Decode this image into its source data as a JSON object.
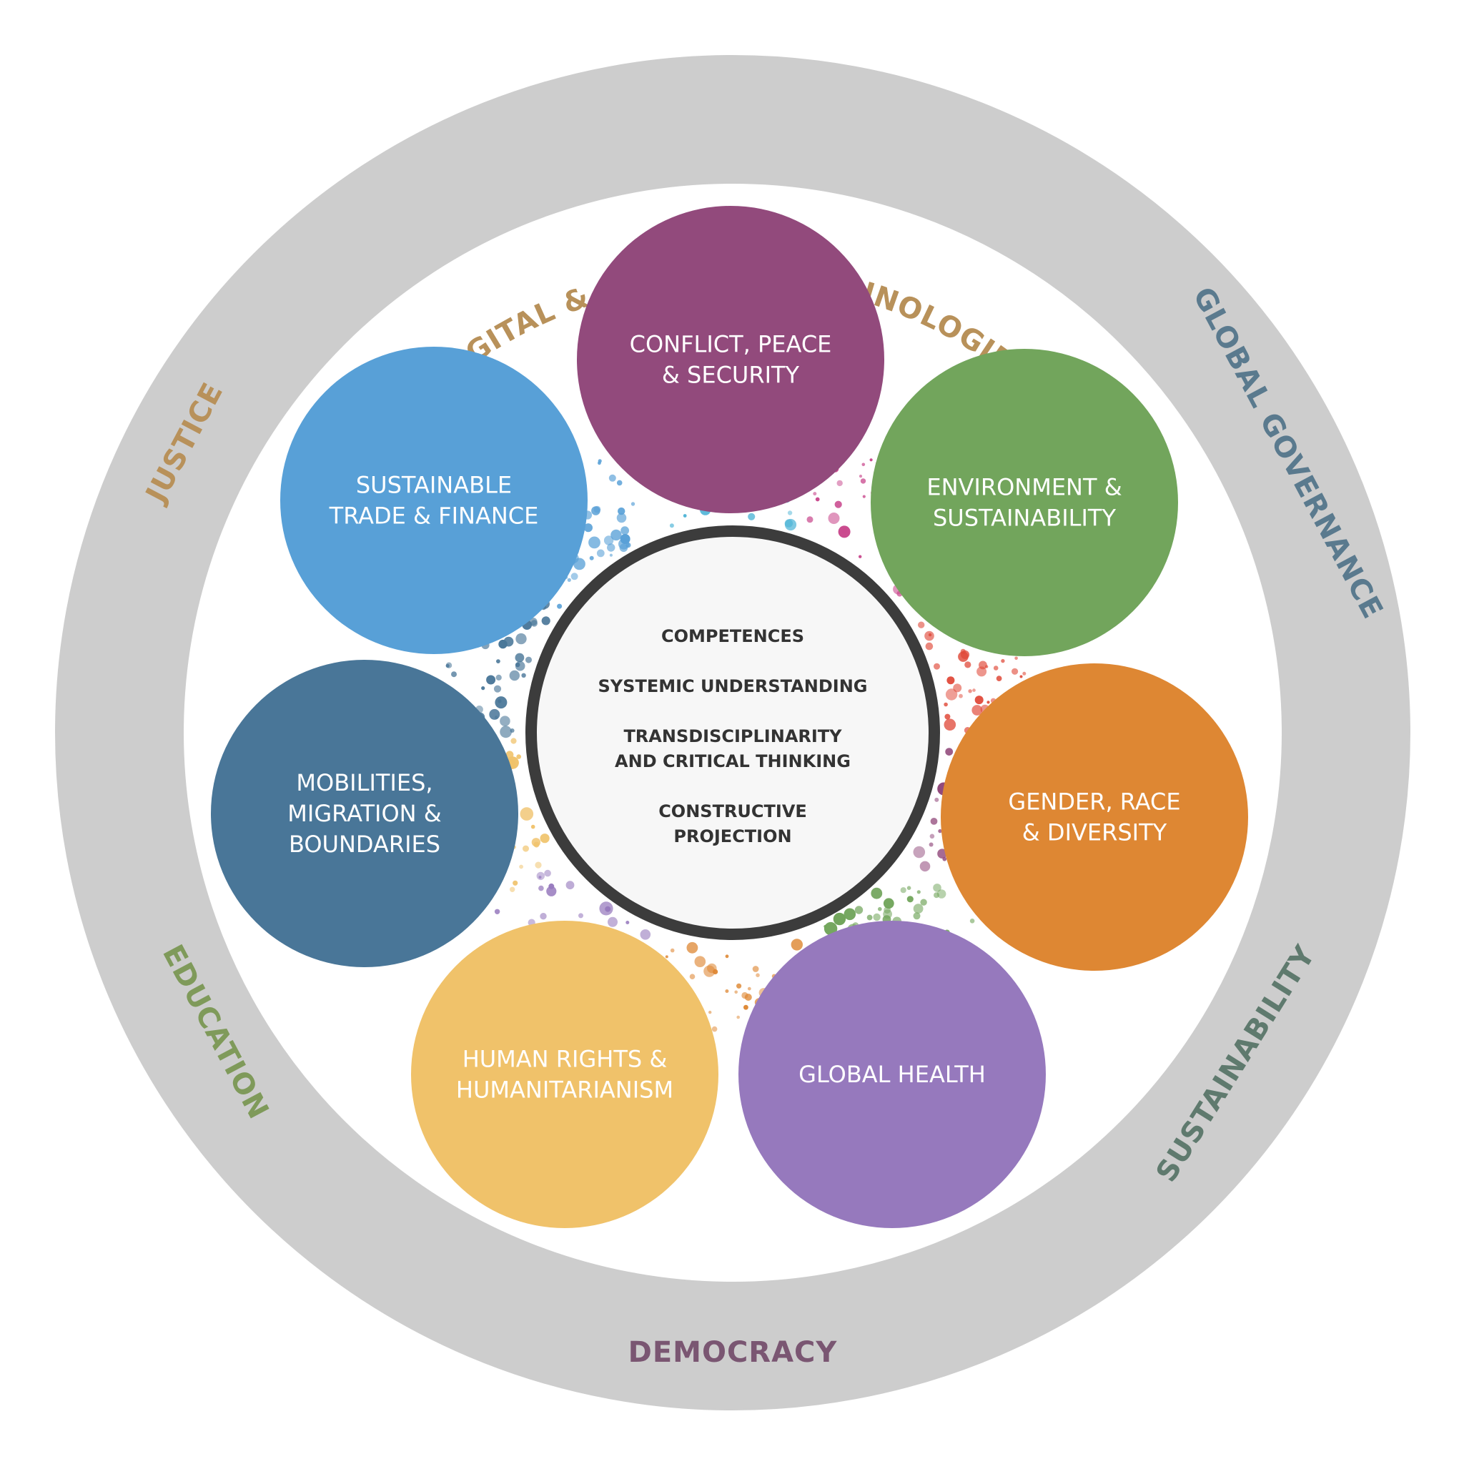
{
  "outer_ring": {
    "labels": [
      {
        "id": "digital",
        "text": "DIGITAL & EMERGING TECHNOLOGIES",
        "color": "#b8915a"
      },
      {
        "id": "governance",
        "text": "GLOBAL GOVERNANCE",
        "color": "#5a7a8e"
      },
      {
        "id": "sustainability",
        "text": "SUSTAINABILITY",
        "color": "#5f7a6e"
      },
      {
        "id": "democracy",
        "text": "DEMOCRACY",
        "color": "#7a5672"
      },
      {
        "id": "education",
        "text": "EDUCATION",
        "color": "#7f9a5a"
      },
      {
        "id": "justice",
        "text": "JUSTICE",
        "color": "#b8915a"
      }
    ]
  },
  "themes": [
    {
      "id": "conflict",
      "lines": [
        "CONFLICT, PEACE",
        "& SECURITY"
      ],
      "color": "#924a7c"
    },
    {
      "id": "environment",
      "lines": [
        "ENVIRONMENT &",
        "SUSTAINABILITY"
      ],
      "color": "#72a55c"
    },
    {
      "id": "gender",
      "lines": [
        "GENDER, RACE",
        "& DIVERSITY"
      ],
      "color": "#de8733"
    },
    {
      "id": "health",
      "lines": [
        "GLOBAL HEALTH"
      ],
      "color": "#9679bd"
    },
    {
      "id": "human-rights",
      "lines": [
        "HUMAN RIGHTS &",
        "HUMANITARIANISM"
      ],
      "color": "#f0c26a"
    },
    {
      "id": "mobilities",
      "lines": [
        "MOBILITIES,",
        "MIGRATION &",
        "BOUNDARIES"
      ],
      "color": "#497698"
    },
    {
      "id": "trade",
      "lines": [
        "SUSTAINABLE",
        "TRADE & FINANCE"
      ],
      "color": "#58a0d7"
    }
  ],
  "core": {
    "heading": "COMPETENCES",
    "item1": "SYSTEMIC UNDERSTANDING",
    "item2_line1": "TRANSDISCIPLINARITY",
    "item2_line2": "AND CRITICAL THINKING",
    "item3_line1": "CONSTRUCTIVE",
    "item3_line2": "PROJECTION"
  },
  "colors": {
    "ring": "#cdcdcd",
    "core_border": "#3c3c3c",
    "core_fill": "#f7f7f7"
  }
}
